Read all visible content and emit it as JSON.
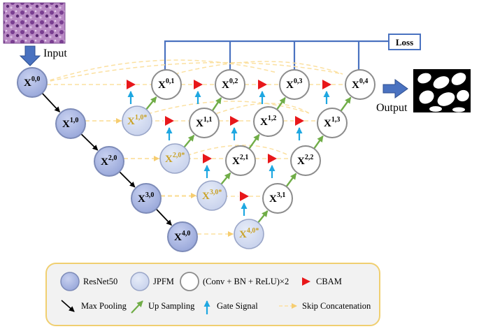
{
  "labels": {
    "input": "Input",
    "output": "Output",
    "loss": "Loss"
  },
  "nodes": [
    {
      "id": "x00",
      "base": "X",
      "sup": "0,0",
      "type": "resnet"
    },
    {
      "id": "x10",
      "base": "X",
      "sup": "1,0",
      "type": "resnet"
    },
    {
      "id": "x20",
      "base": "X",
      "sup": "2,0",
      "type": "resnet"
    },
    {
      "id": "x30",
      "base": "X",
      "sup": "3,0",
      "type": "resnet"
    },
    {
      "id": "x40",
      "base": "X",
      "sup": "4,0",
      "type": "resnet"
    },
    {
      "id": "x10s",
      "base": "X",
      "sup": "1,0*",
      "type": "jpfm"
    },
    {
      "id": "x20s",
      "base": "X",
      "sup": "2,0*",
      "type": "jpfm"
    },
    {
      "id": "x30s",
      "base": "X",
      "sup": "3,0*",
      "type": "jpfm"
    },
    {
      "id": "x40s",
      "base": "X",
      "sup": "4,0*",
      "type": "jpfm"
    },
    {
      "id": "x01",
      "base": "X",
      "sup": "0,1",
      "type": "conv"
    },
    {
      "id": "x02",
      "base": "X",
      "sup": "0,2",
      "type": "conv"
    },
    {
      "id": "x03",
      "base": "X",
      "sup": "0,3",
      "type": "conv"
    },
    {
      "id": "x04",
      "base": "X",
      "sup": "0,4",
      "type": "conv"
    },
    {
      "id": "x11",
      "base": "X",
      "sup": "1,1",
      "type": "conv"
    },
    {
      "id": "x12",
      "base": "X",
      "sup": "1,2",
      "type": "conv"
    },
    {
      "id": "x13",
      "base": "X",
      "sup": "1,3",
      "type": "conv"
    },
    {
      "id": "x21",
      "base": "X",
      "sup": "2,1",
      "type": "conv"
    },
    {
      "id": "x22",
      "base": "X",
      "sup": "2,2",
      "type": "conv"
    },
    {
      "id": "x31",
      "base": "X",
      "sup": "3,1",
      "type": "conv"
    }
  ],
  "legend": {
    "resnet": "ResNet50",
    "jpfm": "JPFM",
    "conv": "(Conv + BN + ReLU)×2",
    "cbam": "CBAM",
    "maxpool": "Max Pooling",
    "upsample": "Up Sampling",
    "gate": "Gate Signal",
    "skip": "Skip Concatenation"
  },
  "colors": {
    "resnet_fill": "#a9b6e2",
    "resnet_stroke": "#7d8bb8",
    "jpfm_fill": "#d2dbf0",
    "jpfm_stroke": "#9aa6c8",
    "conv_fill": "#ffffff",
    "conv_stroke": "#8c8c8c",
    "jpfm_text": "#c9a227",
    "upsample": "#70ad47",
    "gate": "#1ea7e1",
    "skip": "#fbe0a0",
    "cbam": "#e8171a",
    "loss_line": "#4a72c0",
    "legend_border": "#f0cf70",
    "legend_bg": "#f2f2f2"
  },
  "icons": {
    "input_image": "tissue-histology-image",
    "output_image": "segmentation-mask-image",
    "input_arrow": "down-arrow-icon",
    "output_arrow": "right-arrow-icon"
  }
}
